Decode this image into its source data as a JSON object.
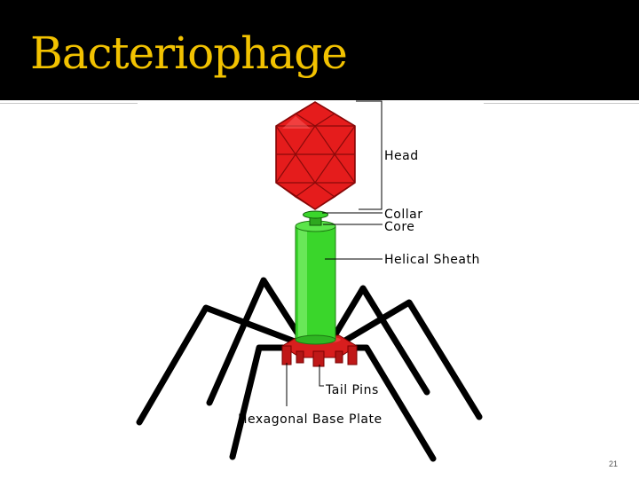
{
  "slide": {
    "title": "Bacteriophage",
    "page_number": "21"
  },
  "diagram": {
    "labels": {
      "head": "Head",
      "collar": "Collar",
      "core": "Core",
      "helical_sheath": "Helical Sheath",
      "tail_pins": "Tail Pins",
      "base_plate": "Hexagonal Base Plate"
    }
  },
  "colors": {
    "title_bar": "#000000",
    "title_text": "#f2c200",
    "head": "#e51c1c",
    "sheath": "#3ad62b",
    "base_plate": "#d81e1e"
  }
}
